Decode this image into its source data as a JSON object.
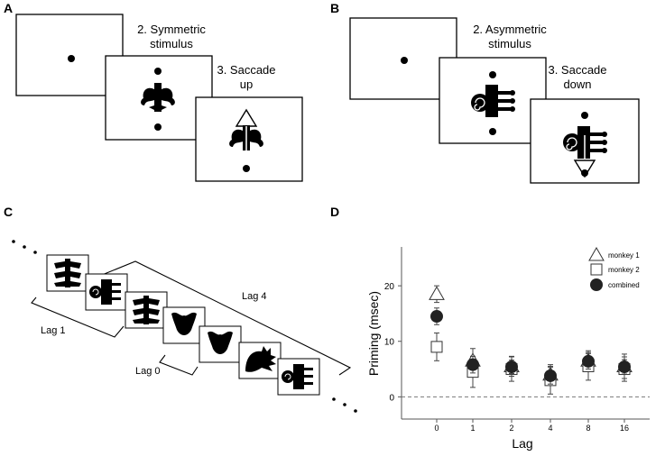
{
  "panels": {
    "a": {
      "letter": "A",
      "step2": [
        "2. Symmetric",
        "stimulus"
      ],
      "step3": [
        "3. Saccade",
        "up"
      ]
    },
    "b": {
      "letter": "B",
      "step2": [
        "2. Asymmetric",
        "stimulus"
      ],
      "step3": [
        "3. Saccade",
        "down"
      ]
    },
    "c": {
      "letter": "C",
      "lag1": "Lag 1",
      "lag0": "Lag 0",
      "lag4": "Lag 4"
    },
    "d": {
      "letter": "D"
    }
  },
  "chart_data": {
    "type": "scatter",
    "xlabel": "Lag",
    "ylabel": "Priming (msec)",
    "categories": [
      "0",
      "1",
      "2",
      "4",
      "8",
      "16"
    ],
    "ylim": [
      -4,
      27
    ],
    "yticks": [
      0,
      10,
      20
    ],
    "reference_line": 0,
    "series": [
      {
        "name": "monkey 1",
        "marker": "triangle",
        "values": [
          18.5,
          6.5,
          5.5,
          4.0,
          6.5,
          5.5
        ],
        "err": [
          1.5,
          2.2,
          1.8,
          1.8,
          1.8,
          2.2
        ]
      },
      {
        "name": "monkey 2",
        "marker": "square",
        "values": [
          9.0,
          4.5,
          5.0,
          3.0,
          5.5,
          5.0
        ],
        "err": [
          2.5,
          2.8,
          2.2,
          2.5,
          2.5,
          2.2
        ]
      },
      {
        "name": "combined",
        "marker": "circle",
        "values": [
          14.5,
          5.8,
          5.4,
          3.8,
          6.4,
          5.4
        ],
        "err": [
          1.5,
          1.5,
          1.2,
          1.5,
          1.4,
          1.3
        ]
      }
    ]
  }
}
